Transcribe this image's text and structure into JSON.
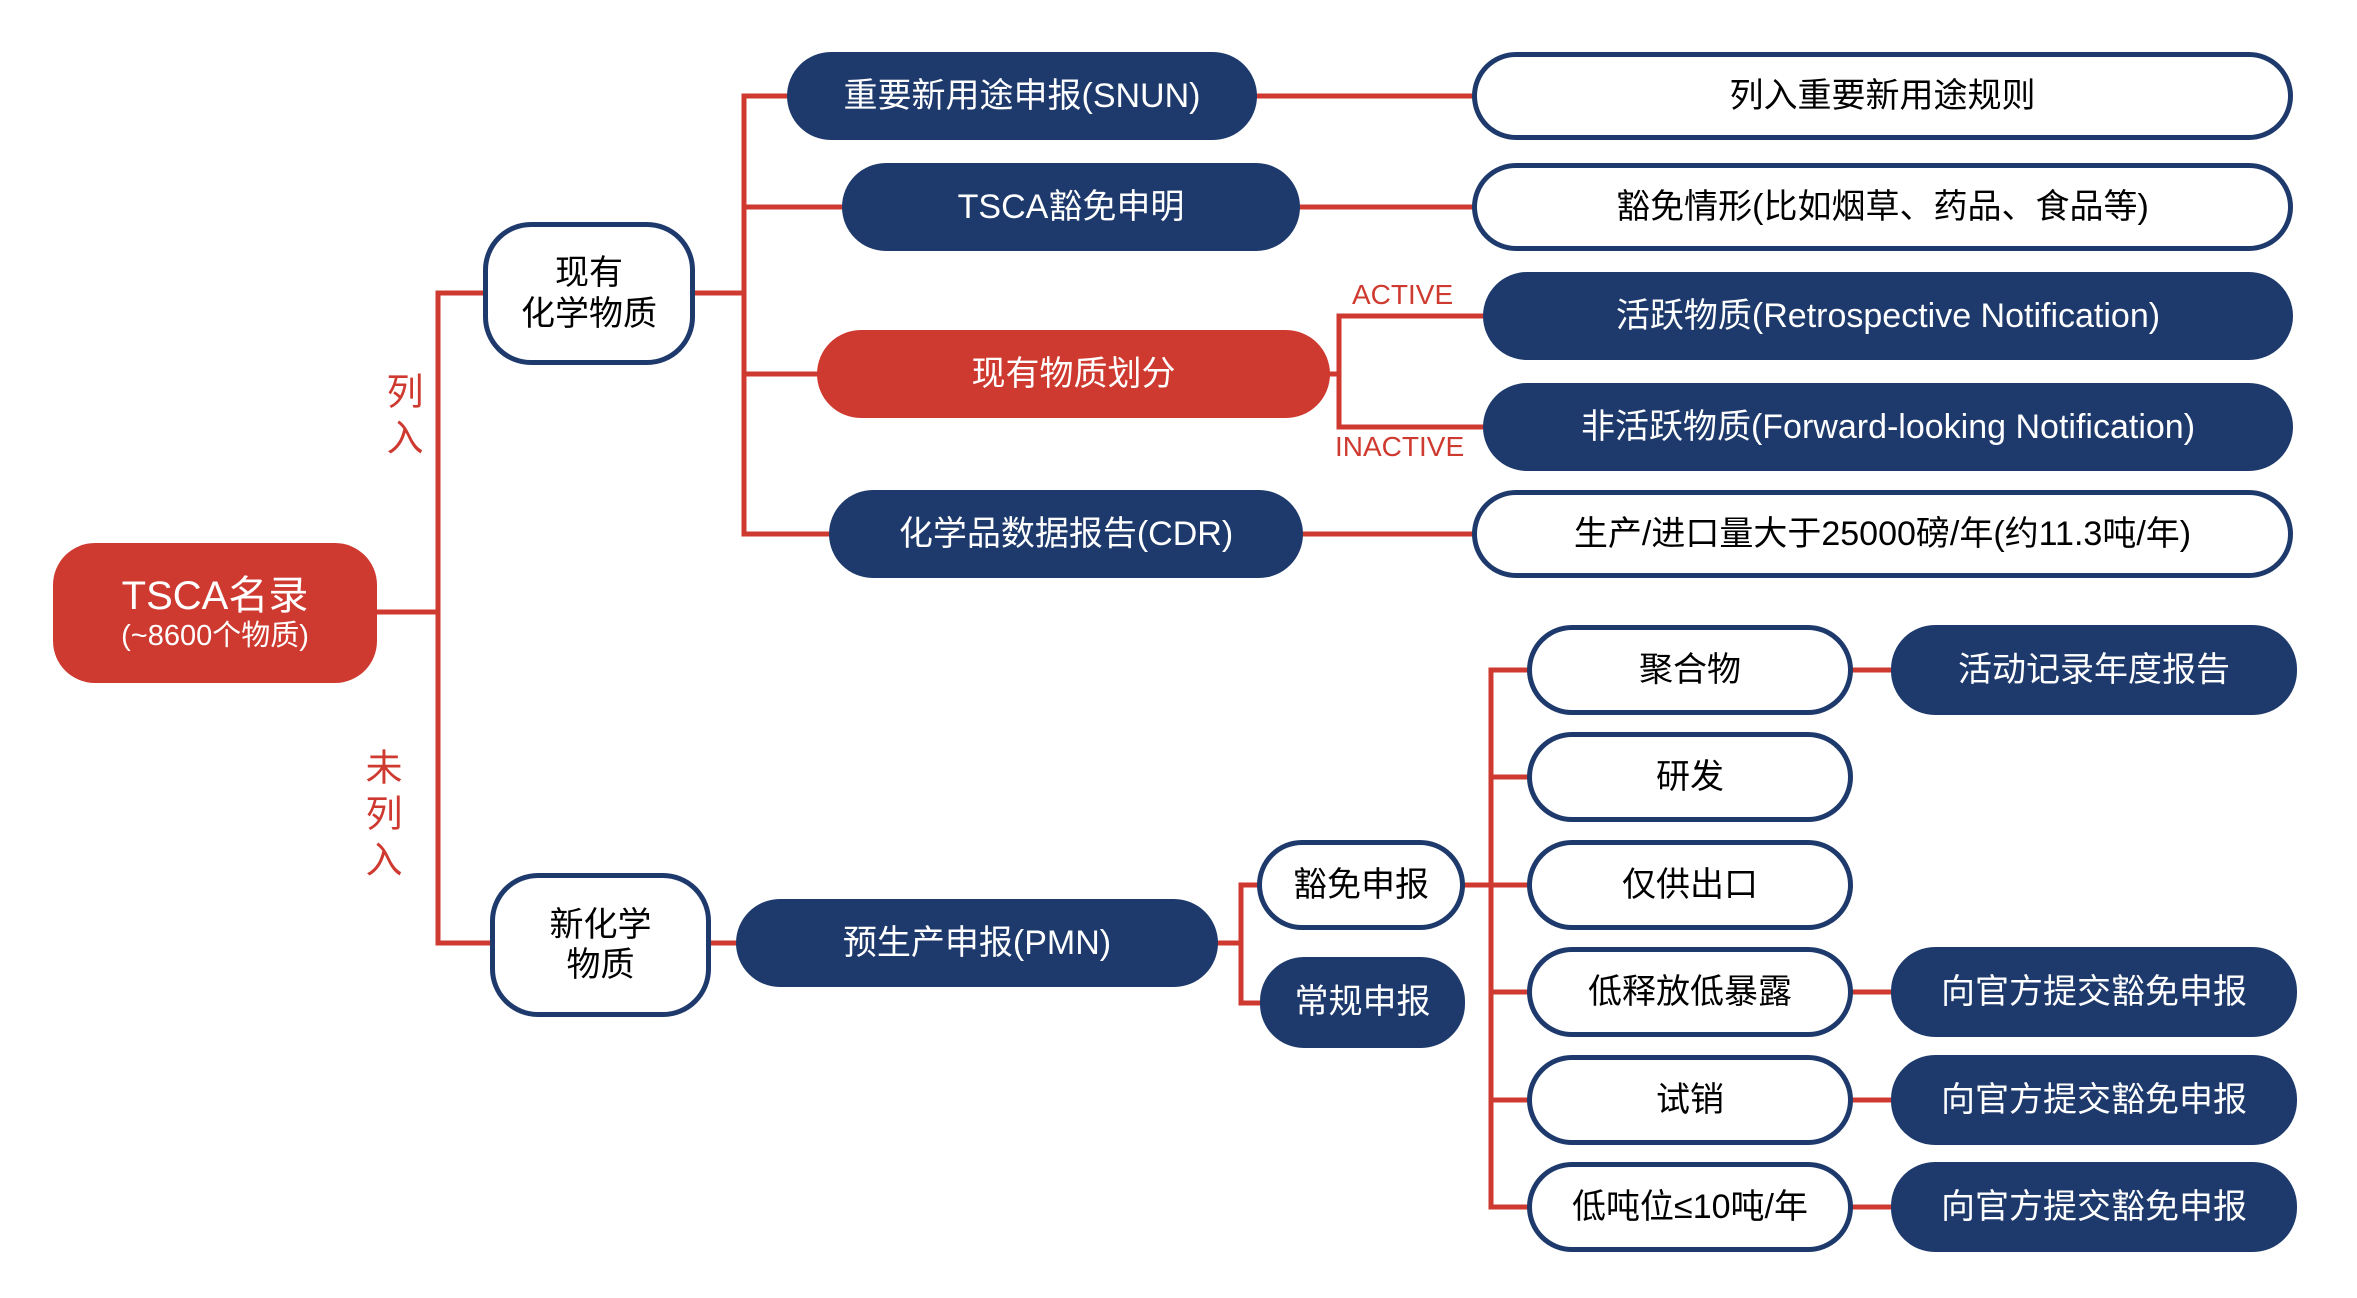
{
  "diagram": {
    "root": {
      "title": "TSCA名录",
      "subtitle": "(~8600个物质)"
    },
    "branch_labels": {
      "listed": "列入",
      "not_listed": "未列入",
      "active": "ACTIVE",
      "inactive": "INACTIVE"
    },
    "existing_group": {
      "line1": "现有",
      "line2": "化学物质"
    },
    "new_group": {
      "line1": "新化学",
      "line2": "物质"
    },
    "nodes": {
      "snun": "重要新用途申报(SNUN)",
      "snun_result": "列入重要新用途规则",
      "exemption": "TSCA豁免申明",
      "exemption_result": "豁免情形(比如烟草、药品、食品等)",
      "division": "现有物质划分",
      "active_result": "活跃物质(Retrospective Notification)",
      "inactive_result": "非活跃物质(Forward-looking Notification)",
      "cdr": "化学品数据报告(CDR)",
      "cdr_result": "生产/进口量大于25000磅/年(约11.3吨/年)",
      "pmn": "预生产申报(PMN)",
      "exempt_declare": "豁免申报",
      "regular_declare": "常规申报",
      "polymer": "聚合物",
      "polymer_result": "活动记录年度报告",
      "rd": "研发",
      "export_only": "仅供出口",
      "low_release": "低释放低暴露",
      "low_release_result": "向官方提交豁免申报",
      "test_market": "试销",
      "test_market_result": "向官方提交豁免申报",
      "low_tonnage": "低吨位≤10吨/年",
      "low_tonnage_result": "向官方提交豁免申报"
    },
    "colors": {
      "red": "#cf3a30",
      "navy": "#1e3a6c"
    }
  }
}
